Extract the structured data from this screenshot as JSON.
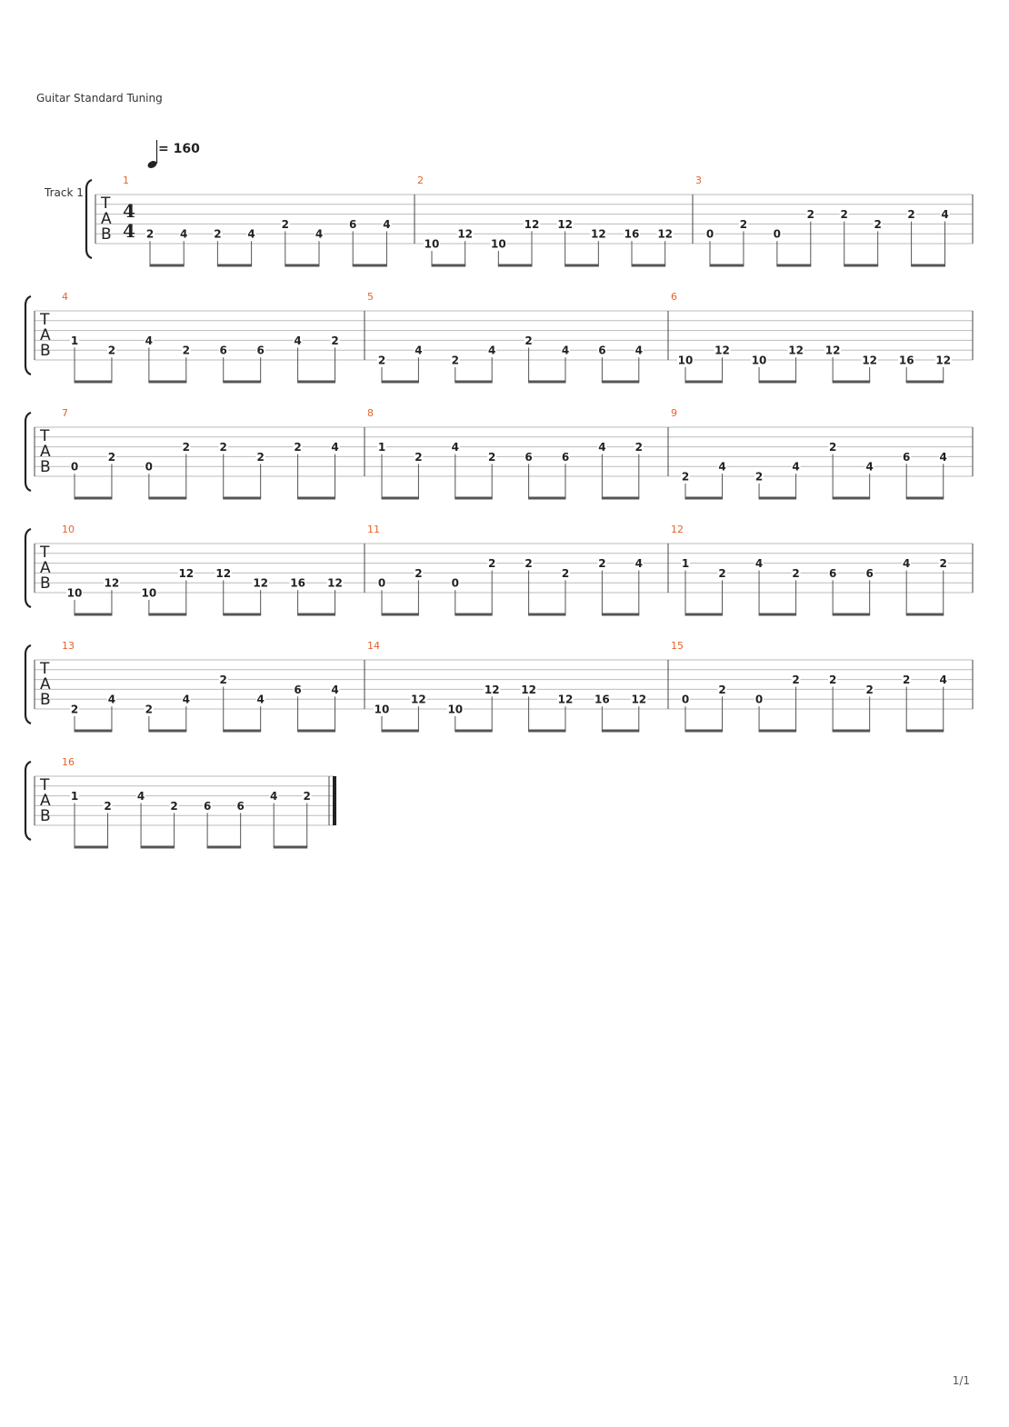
{
  "header": {
    "tuning": "Guitar Standard Tuning",
    "track_name": "Track 1",
    "tempo_label": "= 160",
    "page_number": "1/1"
  },
  "time_signature": {
    "numerator": "4",
    "denominator": "4"
  },
  "tab_clef": [
    "T",
    "A",
    "B"
  ],
  "systems": [
    {
      "measures": [
        {
          "number": "1",
          "notes": [
            [
              5,
              "2"
            ],
            [
              5,
              "4"
            ],
            [
              5,
              "2"
            ],
            [
              5,
              "4"
            ],
            [
              4,
              "2"
            ],
            [
              5,
              "4"
            ],
            [
              4,
              "6"
            ],
            [
              4,
              "4"
            ]
          ]
        },
        {
          "number": "2",
          "notes": [
            [
              6,
              "10"
            ],
            [
              5,
              "12"
            ],
            [
              6,
              "10"
            ],
            [
              4,
              "12"
            ],
            [
              4,
              "12"
            ],
            [
              5,
              "12"
            ],
            [
              5,
              "16"
            ],
            [
              5,
              "12"
            ]
          ]
        },
        {
          "number": "3",
          "notes": [
            [
              5,
              "0"
            ],
            [
              4,
              "2"
            ],
            [
              5,
              "0"
            ],
            [
              3,
              "2"
            ],
            [
              3,
              "2"
            ],
            [
              4,
              "2"
            ],
            [
              3,
              "2"
            ],
            [
              3,
              "4"
            ]
          ]
        }
      ]
    },
    {
      "measures": [
        {
          "number": "4",
          "notes": [
            [
              4,
              "1"
            ],
            [
              5,
              "2"
            ],
            [
              4,
              "4"
            ],
            [
              5,
              "2"
            ],
            [
              5,
              "6"
            ],
            [
              5,
              "6"
            ],
            [
              4,
              "4"
            ],
            [
              4,
              "2"
            ]
          ]
        },
        {
          "number": "5",
          "notes": [
            [
              6,
              "2"
            ],
            [
              5,
              "4"
            ],
            [
              6,
              "2"
            ],
            [
              5,
              "4"
            ],
            [
              4,
              "2"
            ],
            [
              5,
              "4"
            ],
            [
              5,
              "6"
            ],
            [
              5,
              "4"
            ]
          ]
        },
        {
          "number": "6",
          "notes": [
            [
              6,
              "10"
            ],
            [
              5,
              "12"
            ],
            [
              6,
              "10"
            ],
            [
              5,
              "12"
            ],
            [
              5,
              "12"
            ],
            [
              6,
              "12"
            ],
            [
              6,
              "16"
            ],
            [
              6,
              "12"
            ]
          ]
        }
      ]
    },
    {
      "measures": [
        {
          "number": "7",
          "notes": [
            [
              5,
              "0"
            ],
            [
              4,
              "2"
            ],
            [
              5,
              "0"
            ],
            [
              3,
              "2"
            ],
            [
              3,
              "2"
            ],
            [
              4,
              "2"
            ],
            [
              3,
              "2"
            ],
            [
              3,
              "4"
            ]
          ]
        },
        {
          "number": "8",
          "notes": [
            [
              3,
              "1"
            ],
            [
              4,
              "2"
            ],
            [
              3,
              "4"
            ],
            [
              4,
              "2"
            ],
            [
              4,
              "6"
            ],
            [
              4,
              "6"
            ],
            [
              3,
              "4"
            ],
            [
              3,
              "2"
            ]
          ]
        },
        {
          "number": "9",
          "notes": [
            [
              6,
              "2"
            ],
            [
              5,
              "4"
            ],
            [
              6,
              "2"
            ],
            [
              5,
              "4"
            ],
            [
              3,
              "2"
            ],
            [
              5,
              "4"
            ],
            [
              4,
              "6"
            ],
            [
              4,
              "4"
            ]
          ]
        }
      ]
    },
    {
      "measures": [
        {
          "number": "10",
          "notes": [
            [
              6,
              "10"
            ],
            [
              5,
              "12"
            ],
            [
              6,
              "10"
            ],
            [
              4,
              "12"
            ],
            [
              4,
              "12"
            ],
            [
              5,
              "12"
            ],
            [
              5,
              "16"
            ],
            [
              5,
              "12"
            ]
          ]
        },
        {
          "number": "11",
          "notes": [
            [
              5,
              "0"
            ],
            [
              4,
              "2"
            ],
            [
              5,
              "0"
            ],
            [
              3,
              "2"
            ],
            [
              3,
              "2"
            ],
            [
              4,
              "2"
            ],
            [
              3,
              "2"
            ],
            [
              3,
              "4"
            ]
          ]
        },
        {
          "number": "12",
          "notes": [
            [
              3,
              "1"
            ],
            [
              4,
              "2"
            ],
            [
              3,
              "4"
            ],
            [
              4,
              "2"
            ],
            [
              4,
              "6"
            ],
            [
              4,
              "6"
            ],
            [
              3,
              "4"
            ],
            [
              3,
              "2"
            ]
          ]
        }
      ]
    },
    {
      "measures": [
        {
          "number": "13",
          "notes": [
            [
              6,
              "2"
            ],
            [
              5,
              "4"
            ],
            [
              6,
              "2"
            ],
            [
              5,
              "4"
            ],
            [
              3,
              "2"
            ],
            [
              5,
              "4"
            ],
            [
              4,
              "6"
            ],
            [
              4,
              "4"
            ]
          ]
        },
        {
          "number": "14",
          "notes": [
            [
              6,
              "10"
            ],
            [
              5,
              "12"
            ],
            [
              6,
              "10"
            ],
            [
              4,
              "12"
            ],
            [
              4,
              "12"
            ],
            [
              5,
              "12"
            ],
            [
              5,
              "16"
            ],
            [
              5,
              "12"
            ]
          ]
        },
        {
          "number": "15",
          "notes": [
            [
              5,
              "0"
            ],
            [
              4,
              "2"
            ],
            [
              5,
              "0"
            ],
            [
              3,
              "2"
            ],
            [
              3,
              "2"
            ],
            [
              4,
              "2"
            ],
            [
              3,
              "2"
            ],
            [
              3,
              "4"
            ]
          ]
        }
      ]
    },
    {
      "measures": [
        {
          "number": "16",
          "notes": [
            [
              3,
              "1"
            ],
            [
              4,
              "2"
            ],
            [
              3,
              "4"
            ],
            [
              4,
              "2"
            ],
            [
              4,
              "6"
            ],
            [
              4,
              "6"
            ],
            [
              3,
              "4"
            ],
            [
              3,
              "2"
            ]
          ]
        }
      ]
    }
  ]
}
